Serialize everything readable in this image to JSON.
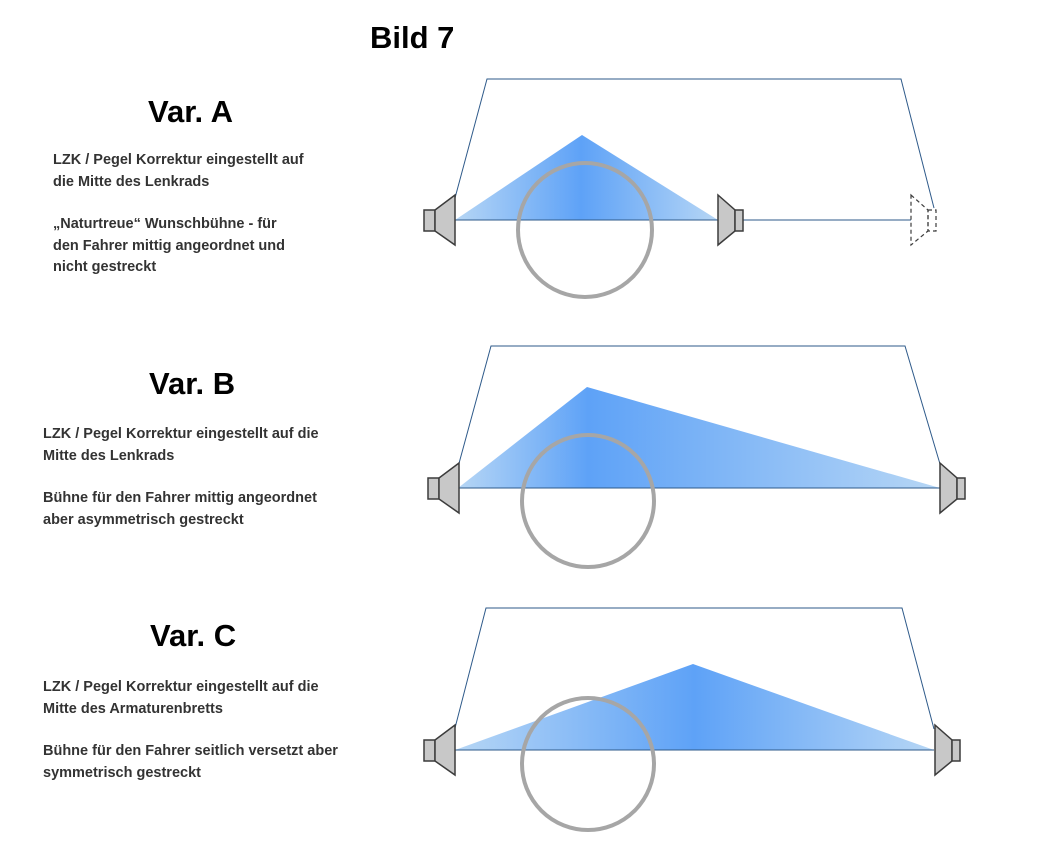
{
  "title": "Bild 7",
  "variants": [
    {
      "heading": "Var. A",
      "lines1": [
        "LZK / Pegel Korrektur eingestellt auf",
        "die  Mitte des Lenkrads"
      ],
      "lines2": [
        "„Naturtreue“ Wunschbühne  - für",
        "den Fahrer mittig angeordnet und",
        "nicht gestreckt"
      ]
    },
    {
      "heading": "Var. B",
      "lines1": [
        "LZK / Pegel Korrektur eingestellt auf die",
        "Mitte des Lenkrads"
      ],
      "lines2": [
        "Bühne für den Fahrer mittig angeordnet",
        "aber asymmetrisch gestreckt"
      ]
    },
    {
      "heading": "Var. C",
      "lines1": [
        "LZK / Pegel Korrektur eingestellt auf die",
        "Mitte des Armaturenbretts"
      ],
      "lines2": [
        "Bühne für den Fahrer seitlich versetzt aber",
        "symmetrisch gestreckt"
      ]
    }
  ],
  "colors": {
    "cabin_line": "#2e5a8a",
    "stage_edge": "#a8cdf2",
    "stage_center": "#5ea2f7",
    "wheel": "#a6a6a6",
    "speaker_fill": "#c8c8c8",
    "speaker_stroke": "#3c3c3c"
  }
}
